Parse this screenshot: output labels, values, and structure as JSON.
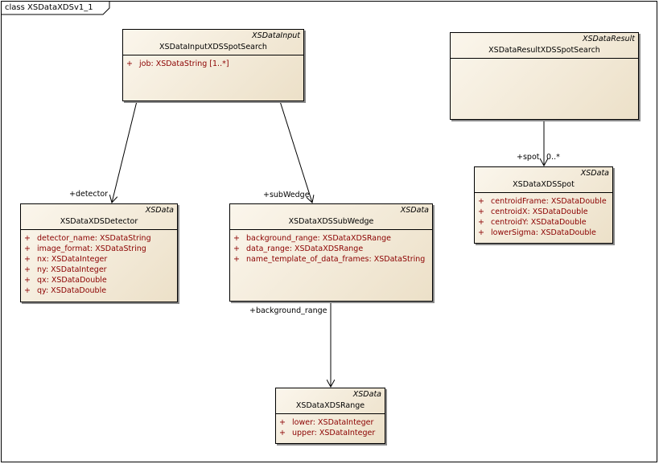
{
  "frame": {
    "label": "class XSDataXDSv1_1"
  },
  "classes": {
    "input": {
      "stereotype": "XSDataInput",
      "name": "XSDataInputXDSSpotSearch",
      "attributes": [
        {
          "vis": "+",
          "text": "job:  XSDataString [1..*]"
        }
      ]
    },
    "result": {
      "stereotype": "XSDataResult",
      "name": "XSDataResultXDSSpotSearch",
      "attributes": []
    },
    "detector": {
      "stereotype": "XSData",
      "name": "XSDataXDSDetector",
      "attributes": [
        {
          "vis": "+",
          "text": "detector_name:  XSDataString"
        },
        {
          "vis": "+",
          "text": "image_format:  XSDataString"
        },
        {
          "vis": "+",
          "text": "nx:  XSDataInteger"
        },
        {
          "vis": "+",
          "text": "ny:  XSDataInteger"
        },
        {
          "vis": "+",
          "text": "qx:  XSDataDouble"
        },
        {
          "vis": "+",
          "text": "qy:  XSDataDouble"
        }
      ]
    },
    "subwedge": {
      "stereotype": "XSData",
      "name": "XSDataXDSSubWedge",
      "attributes": [
        {
          "vis": "+",
          "text": "background_range:  XSDataXDSRange"
        },
        {
          "vis": "+",
          "text": "data_range:  XSDataXDSRange"
        },
        {
          "vis": "+",
          "text": "name_template_of_data_frames:  XSDataString"
        }
      ]
    },
    "spot": {
      "stereotype": "XSData",
      "name": "XSDataXDSSpot",
      "attributes": [
        {
          "vis": "+",
          "text": "centroidFrame:  XSDataDouble"
        },
        {
          "vis": "+",
          "text": "centroidX:  XSDataDouble"
        },
        {
          "vis": "+",
          "text": "centroidY:  XSDataDouble"
        },
        {
          "vis": "+",
          "text": "lowerSigma:  XSDataDouble"
        }
      ]
    },
    "range": {
      "stereotype": "XSData",
      "name": "XSDataXDSRange",
      "attributes": [
        {
          "vis": "+",
          "text": "lower:  XSDataInteger"
        },
        {
          "vis": "+",
          "text": "upper:  XSDataInteger"
        }
      ]
    }
  },
  "roles": {
    "detector": "+detector",
    "subwedge": "+subWedge",
    "spot": "+spot",
    "spot_multiplicity": "0..*",
    "background_range": "+background_range"
  }
}
